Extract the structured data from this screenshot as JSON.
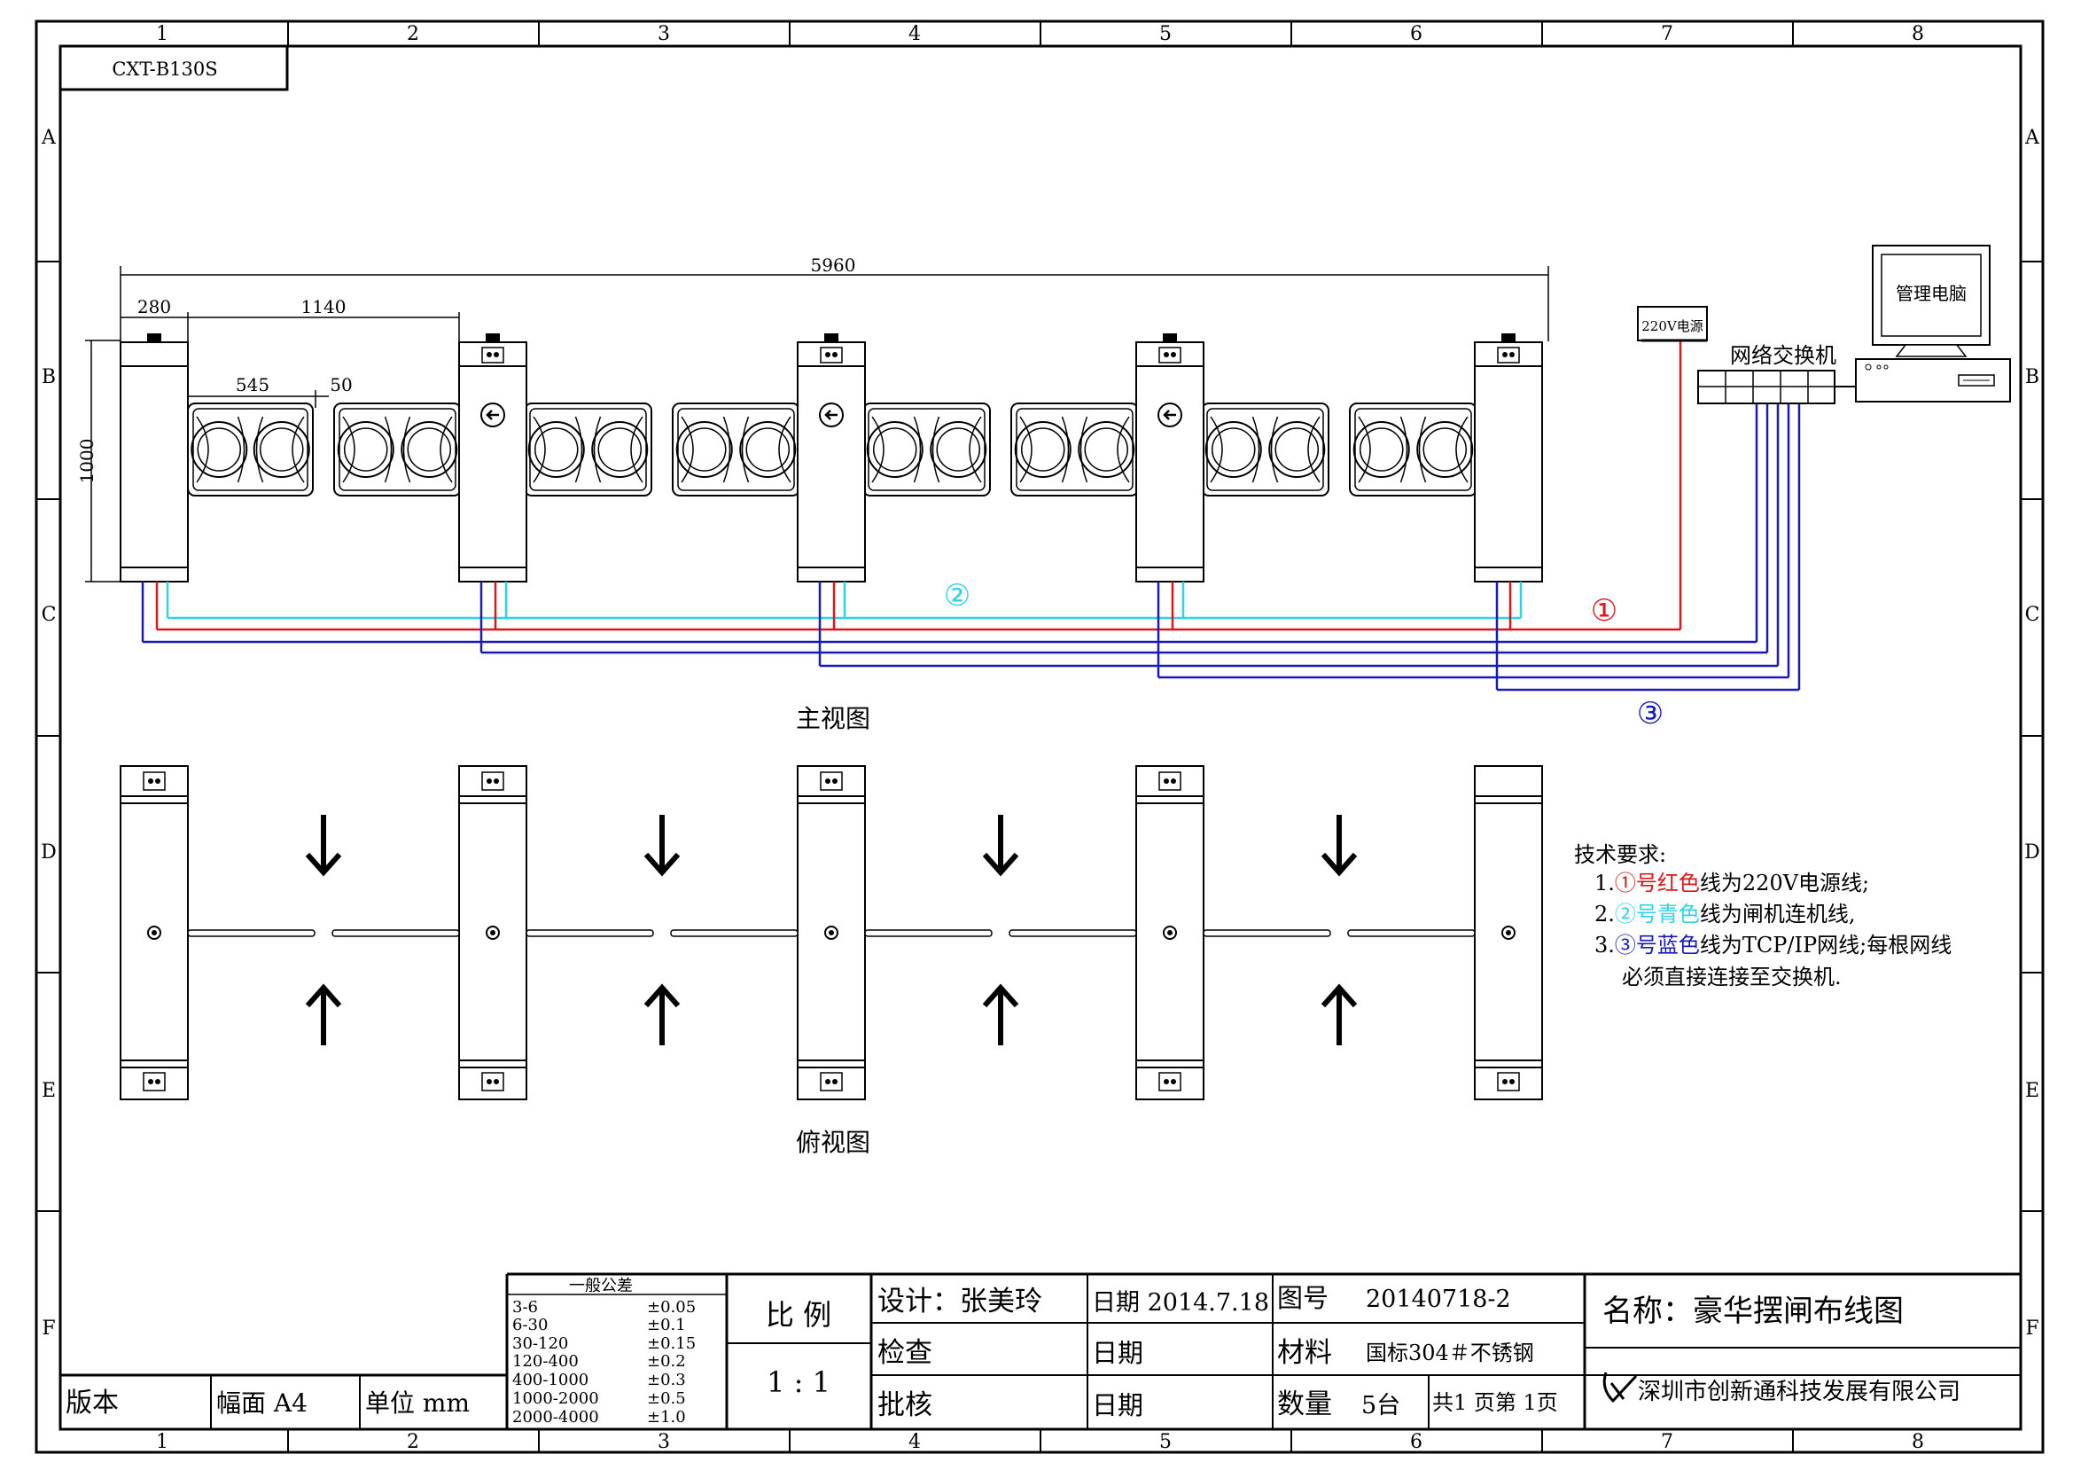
{
  "drawing_code": "CXT-B130S",
  "grid": {
    "columns": [
      "1",
      "2",
      "3",
      "4",
      "5",
      "6",
      "7",
      "8"
    ],
    "rows": [
      "A",
      "B",
      "C",
      "D",
      "E",
      "F"
    ]
  },
  "dims": {
    "total": "5960",
    "d280": "280",
    "d1140": "1140",
    "d545": "545",
    "d50": "50",
    "d1000": "1000"
  },
  "labels": {
    "power": "220V电源",
    "switch": "网络交换机",
    "computer": "管理电脑",
    "front_view": "主视图",
    "top_view": "俯视图",
    "circle1": "①",
    "circle2": "②",
    "circle3": "③"
  },
  "colors": {
    "red": "#d8181a",
    "cyan": "#2ed3e6",
    "blue": "#1a1ab8"
  },
  "tech": {
    "title": "技术要求:",
    "l1_num": "1.",
    "l1_tag": "①号红色",
    "l1_rest": "线为220V电源线;",
    "l2_num": "2.",
    "l2_tag": "②号青色",
    "l2_rest": "线为闸机连机线,",
    "l3_num": "3.",
    "l3_tag": "③号蓝色",
    "l3_rest": "线为TCP/IP网线;每根网线",
    "l4": "必须直接连接至交换机."
  },
  "tolerance": {
    "title": "一般公差",
    "rows": [
      {
        "range": "3-6",
        "tol": "±0.05"
      },
      {
        "range": "6-30",
        "tol": "±0.1"
      },
      {
        "range": "30-120",
        "tol": "±0.15"
      },
      {
        "range": "120-400",
        "tol": "±0.2"
      },
      {
        "range": "400-1000",
        "tol": "±0.3"
      },
      {
        "range": "1000-2000",
        "tol": "±0.5"
      },
      {
        "range": "2000-4000",
        "tol": "±1.0"
      }
    ]
  },
  "titleblock": {
    "scale_label": "比 例",
    "scale_value": "1 : 1",
    "design": "设计：张美玲",
    "check": "检查",
    "approve": "批核",
    "date1": "日期 2014.7.18",
    "date2": "日期",
    "date3": "日期",
    "drawing_no_label": "图号",
    "drawing_no": "20140718-2",
    "material_label": "材料",
    "material": "国标304＃不锈钢",
    "qty_label": "数量",
    "qty": "5台",
    "pages": "共1 页第 1页",
    "name": "名称：豪华摆闸布线图",
    "company": "深圳市创新通科技发展有限公司",
    "version": "版本",
    "sheet": "幅面 A4",
    "unit": "单位 mm"
  }
}
